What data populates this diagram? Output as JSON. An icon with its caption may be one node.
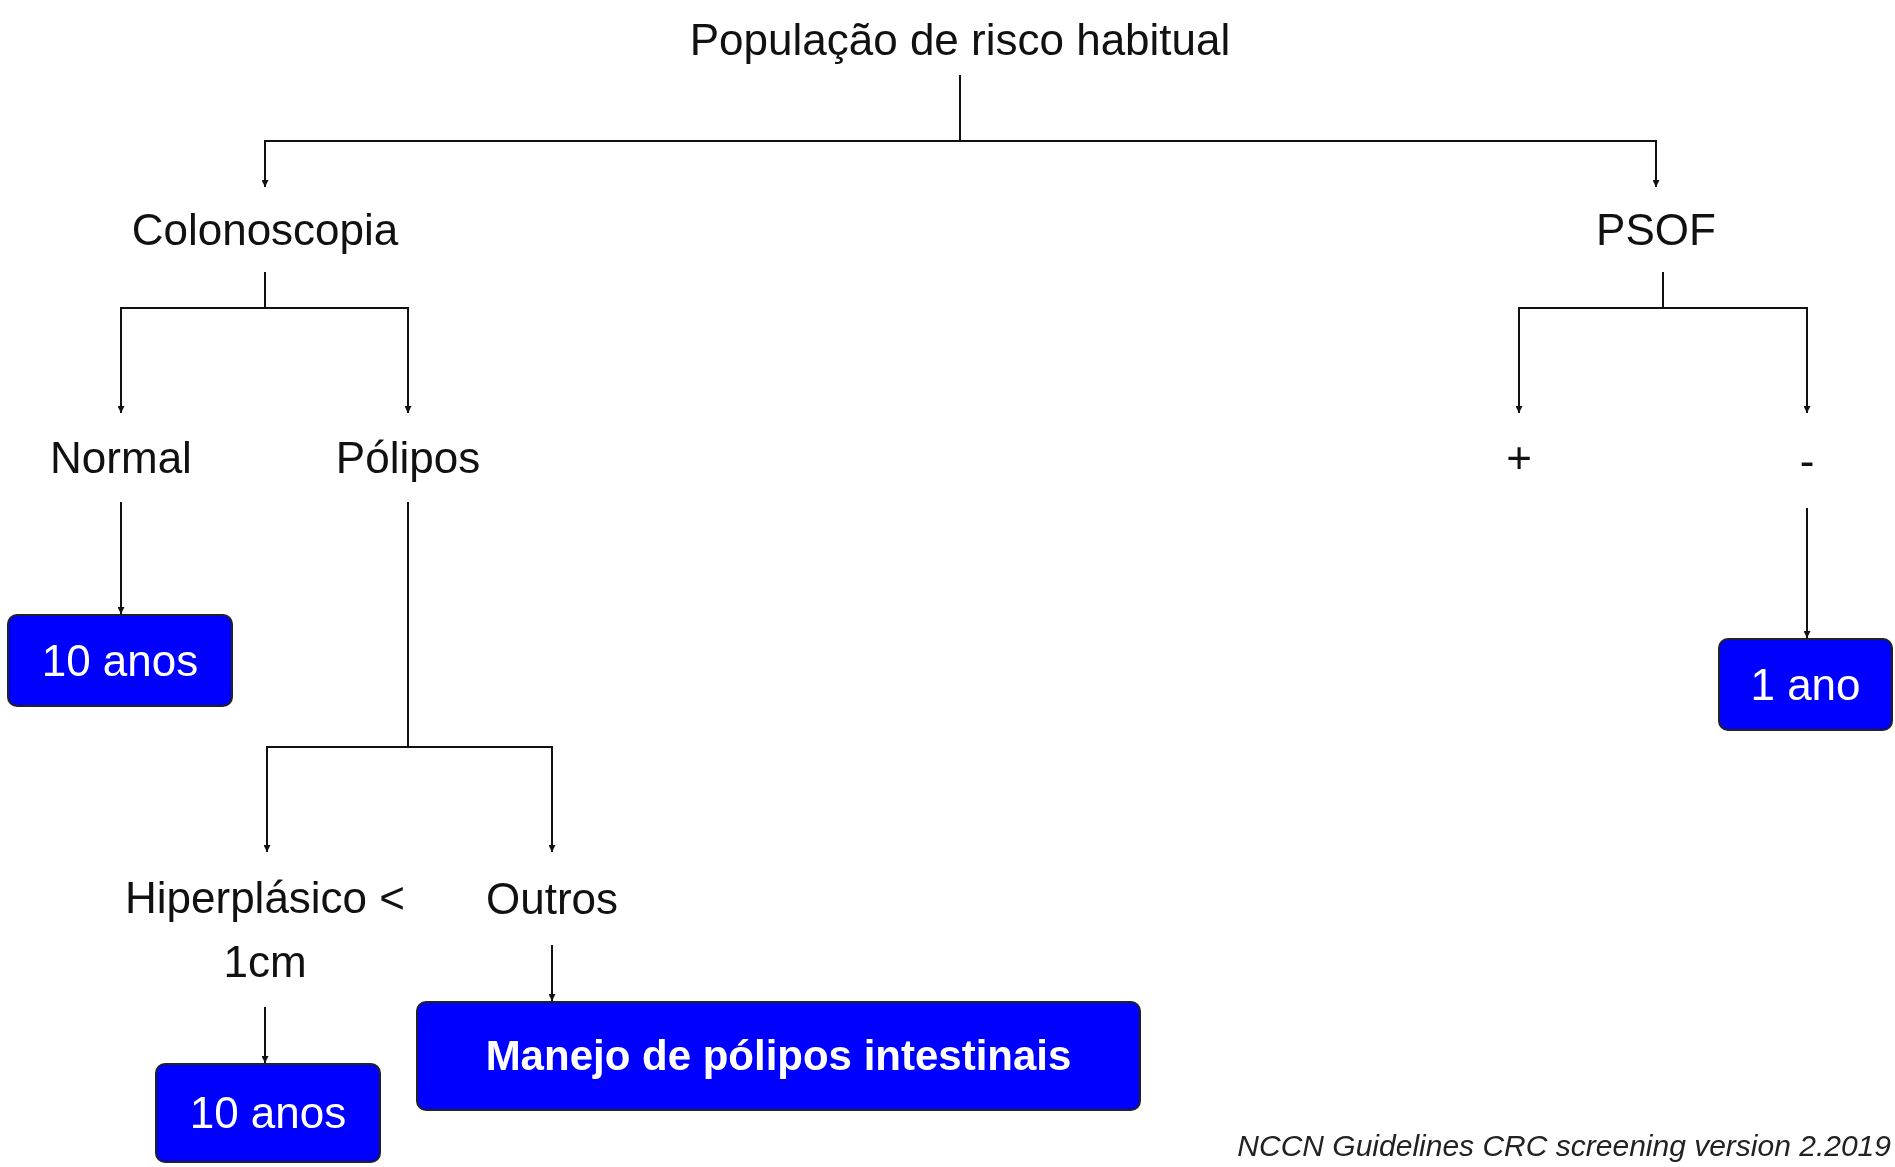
{
  "diagram": {
    "caption": "NCCN Guidelines CRC screening version 2.2019",
    "nodes": [
      {
        "text": [
          "População de risco habitual"
        ]
      },
      {
        "text": [
          "Colonoscopia"
        ]
      },
      {
        "text": [
          "PSOF"
        ]
      },
      {
        "text": [
          "Normal"
        ]
      },
      {
        "text": [
          "Pólipos"
        ]
      },
      {
        "text": [
          "+"
        ]
      },
      {
        "text": [
          "-"
        ]
      },
      {
        "text": [
          "10 anos"
        ]
      },
      {
        "text": [
          "1 ano"
        ]
      },
      {
        "text": [
          "Hiperplásico < 1cm"
        ]
      },
      {
        "text": [
          "Outros"
        ]
      },
      {
        "text": [
          "Manejo de pólipos intestinais"
        ]
      },
      {
        "text": [
          "10 anos"
        ]
      }
    ],
    "edges": [
      {
        "from": 0,
        "to": 1,
        "arrow": "to"
      },
      {
        "from": 0,
        "to": 2,
        "arrow": "to"
      },
      {
        "from": 1,
        "to": 3,
        "arrow": "to"
      },
      {
        "from": 1,
        "to": 4,
        "arrow": "to"
      },
      {
        "from": 2,
        "to": 5,
        "arrow": "to"
      },
      {
        "from": 2,
        "to": 6,
        "arrow": "to"
      },
      {
        "from": 3,
        "to": 7,
        "arrow": "to"
      },
      {
        "from": 6,
        "to": 8,
        "arrow": "to"
      },
      {
        "from": 4,
        "to": 9,
        "arrow": "to"
      },
      {
        "from": 4,
        "to": 10,
        "arrow": "to"
      },
      {
        "from": 9,
        "to": 12,
        "arrow": "to"
      },
      {
        "from": 10,
        "to": 11,
        "arrow": "to"
      }
    ]
  }
}
